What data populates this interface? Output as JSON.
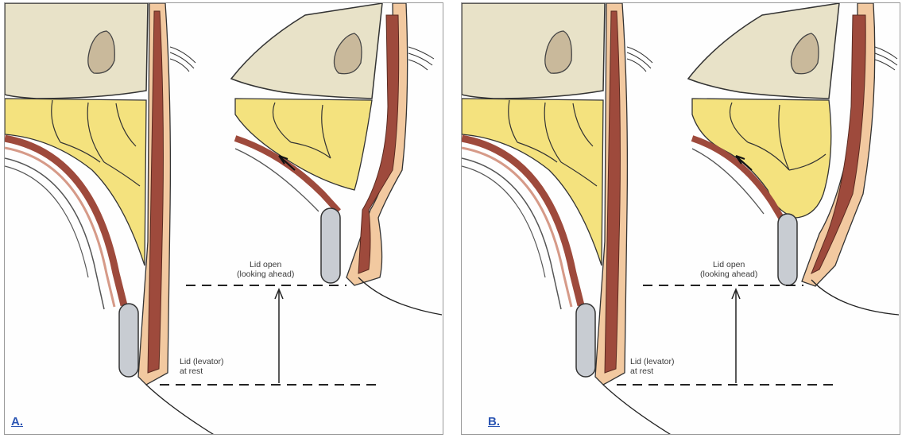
{
  "panels": [
    {
      "id": "A",
      "panel_label": "A.",
      "label_open_line1": "Lid open",
      "label_open_line2": "(looking ahead)",
      "label_rest_line1": "Lid (levator)",
      "label_rest_line2": "at rest"
    },
    {
      "id": "B",
      "panel_label": "B.",
      "label_open_line1": "Lid open",
      "label_open_line2": "(looking ahead)",
      "label_rest_line1": "Lid (levator)",
      "label_rest_line2": "at rest"
    }
  ],
  "colors": {
    "bone": "#e8e2c8",
    "bone_dark": "#c9b99b",
    "fat": "#f4e27e",
    "fat_light": "#fbf3c0",
    "muscle": "#9e4a3c",
    "muscle_light": "#d69a88",
    "skin": "#f2c9a0",
    "tarsus": "#c8ccd2",
    "label_blue": "#2b55b3"
  }
}
